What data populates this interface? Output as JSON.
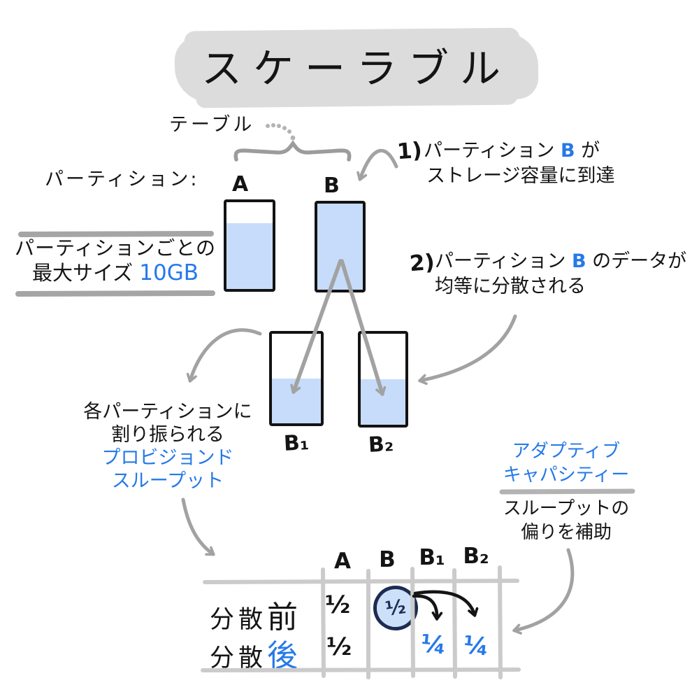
{
  "colors": {
    "blue_text": "#2579e8",
    "light_blue_fill": "#c6dcfa",
    "navy_ink": "#1d2c52",
    "ink_black": "#141414",
    "marker_gray": "#dcdcdc",
    "arrow_gray": "#a2a2a2",
    "grid_gray": "#cbcbcb"
  },
  "title": "スケーラブル",
  "labels": {
    "table": "テーブル",
    "partition": "パーティション:"
  },
  "partitions": {
    "a": "A",
    "b": "B",
    "b1": "B₁",
    "b2": "B₂"
  },
  "fill_levels": {
    "a": "76%",
    "b": "100%",
    "b1": "50%",
    "b2": "50%"
  },
  "max_note": {
    "line1": "パーティションごとの",
    "line2_label": "最大サイズ ",
    "line2_value": "10GB"
  },
  "annotation1": {
    "num": "1)",
    "line1_pre": "パーティション ",
    "line1_blue": "B",
    "line1_post": " が",
    "line2": "ストレージ容量に到達"
  },
  "annotation2": {
    "num": "2)",
    "line1_pre": "パーティション ",
    "line1_blue": "B",
    "line1_post": " のデータが",
    "line2": "均等に分散される"
  },
  "provisioned_note": {
    "line1": "各パーティションに",
    "line2": "割り振られる",
    "line3": "プロビジョンド",
    "line4": "スループット"
  },
  "adaptive_note": {
    "line1": "アダプティブ",
    "line2": "キャパシティー",
    "line3": "スループットの",
    "line4": "偏りを補助"
  },
  "throughput_table": {
    "headers": [
      "A",
      "B",
      "B₁",
      "B₂"
    ],
    "row_before": {
      "label_black": "分散",
      "label_big": "前",
      "a": "½",
      "b_circled": "½"
    },
    "row_after": {
      "label_black": "分散",
      "label_big_blue": "後",
      "a": "½",
      "b1": "¼",
      "b2": "¼"
    }
  }
}
